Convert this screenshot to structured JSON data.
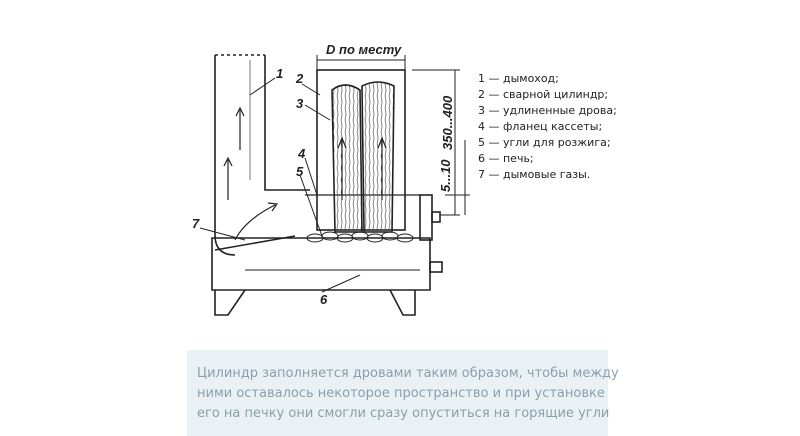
{
  "diagram": {
    "dimension_top": "D по месту",
    "dimension_height": "350...400",
    "dimension_gap": "5...10",
    "part_labels": [
      "1",
      "2",
      "3",
      "4",
      "5",
      "6",
      "7"
    ],
    "legend": [
      "1 — дымоход;",
      "2 — сварной цилиндр;",
      "3 — удлиненные дрова;",
      "4 — фланец кассеты;",
      "5 — угли для розжига;",
      "6 — печь;",
      "7 — дымовые газы."
    ]
  },
  "caption": {
    "lines": [
      "Цилиндр заполняется дровами таким образом, чтобы между",
      "ними оставалось некоторое пространство и при установке",
      "его на печку они смогли сразу опуститься на горящие угли"
    ]
  },
  "colors": {
    "line": "#222222",
    "caption_bg": "#e9f1f4",
    "caption_text": "#8a9fac"
  }
}
